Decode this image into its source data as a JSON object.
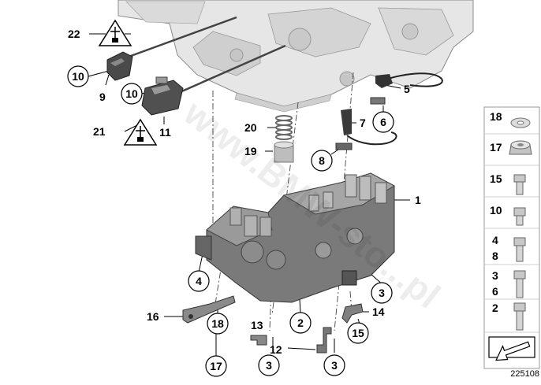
{
  "diagram_id": "225108",
  "watermark": "www.BMW-sto...pl",
  "callouts": {
    "c22": "22",
    "c10a": "10",
    "c9": "9",
    "c10b": "10",
    "c11": "11",
    "c21": "21",
    "c20": "20",
    "c19": "19",
    "c7": "7",
    "c5": "5",
    "c6": "6",
    "c8": "8",
    "c1": "1",
    "c4": "4",
    "c16": "16",
    "c18": "18",
    "c17": "17",
    "c13": "13",
    "c3a": "3",
    "c2": "2",
    "c12": "12",
    "c3b": "3",
    "c15": "15",
    "c14": "14",
    "c3c": "3"
  },
  "legend": [
    {
      "lines": [
        "18"
      ],
      "part": "washer-icon"
    },
    {
      "lines": [
        "17"
      ],
      "part": "nut-icon"
    },
    {
      "lines": [
        "15"
      ],
      "part": "bolt-icon"
    },
    {
      "lines": [
        "10"
      ],
      "part": "bolt-icon"
    },
    {
      "lines": [
        "4",
        "8"
      ],
      "part": "bolt-icon"
    },
    {
      "lines": [
        "3",
        "6"
      ],
      "part": "bolt-icon"
    },
    {
      "lines": [
        "2"
      ],
      "part": "bolt-icon"
    }
  ]
}
